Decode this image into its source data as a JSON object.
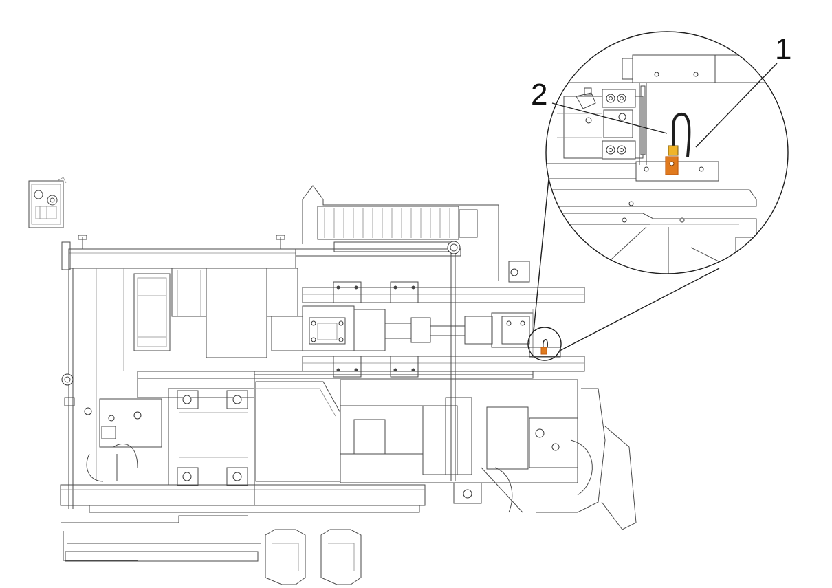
{
  "figure": {
    "callouts": [
      {
        "number": "1",
        "target": "cable-sensor"
      },
      {
        "number": "2",
        "target": "sensor-bracket"
      }
    ],
    "colors": {
      "line": "#4a4a4a",
      "sensor_highlight": "#e07a1e",
      "sensor_dark": "#c25d10",
      "background": "#ffffff"
    }
  }
}
